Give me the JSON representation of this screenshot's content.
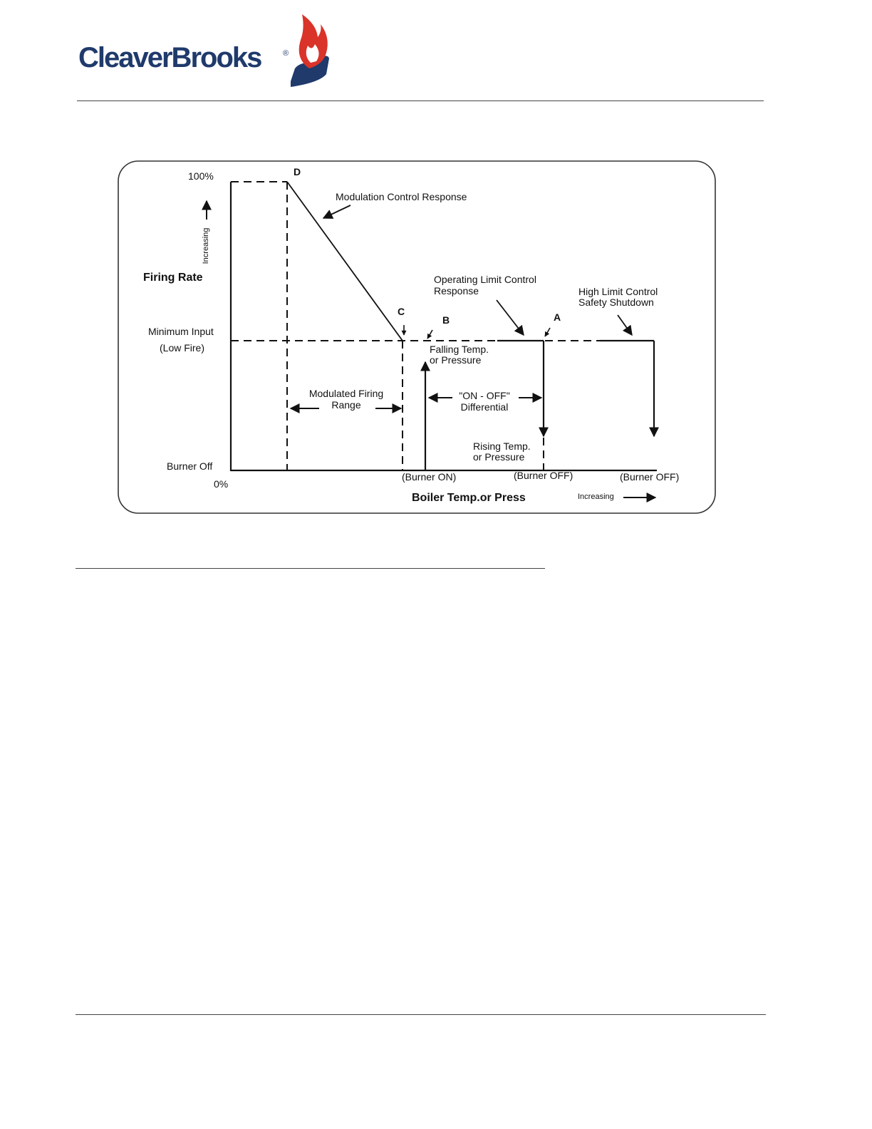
{
  "header": {
    "logo_text": "CleaverBrooks",
    "logo_registered": "®"
  },
  "diagram": {
    "y_axis": {
      "top_label": "100%",
      "bottom_label": "0%",
      "title": "Firing Rate",
      "increasing": "Increasing",
      "min_input_line1": "Minimum Input",
      "min_input_line2": "(Low Fire)",
      "burner_off": "Burner Off"
    },
    "x_axis": {
      "title": "Boiler Temp.or Press",
      "increasing": "Increasing",
      "burner_on": "(Burner ON)",
      "burner_off_a": "(Burner OFF)",
      "burner_off_b": "(Burner OFF)"
    },
    "points": {
      "a": "A",
      "b": "B",
      "c": "C",
      "d": "D"
    },
    "annotations": {
      "modulation_response": "Modulation Control Response",
      "operating_limit_line1": "Operating Limit Control",
      "operating_limit_line2": "Response",
      "high_limit_line1": "High Limit Control",
      "high_limit_line2": "Safety Shutdown",
      "falling_line1": "Falling Temp.",
      "falling_line2": "or Pressure",
      "rising_line1": "Rising Temp.",
      "rising_line2": "or Pressure",
      "modulated_line1": "Modulated Firing",
      "modulated_line2": "Range",
      "onoff_line1": "\"ON - OFF\"",
      "onoff_line2": "Differential"
    }
  }
}
